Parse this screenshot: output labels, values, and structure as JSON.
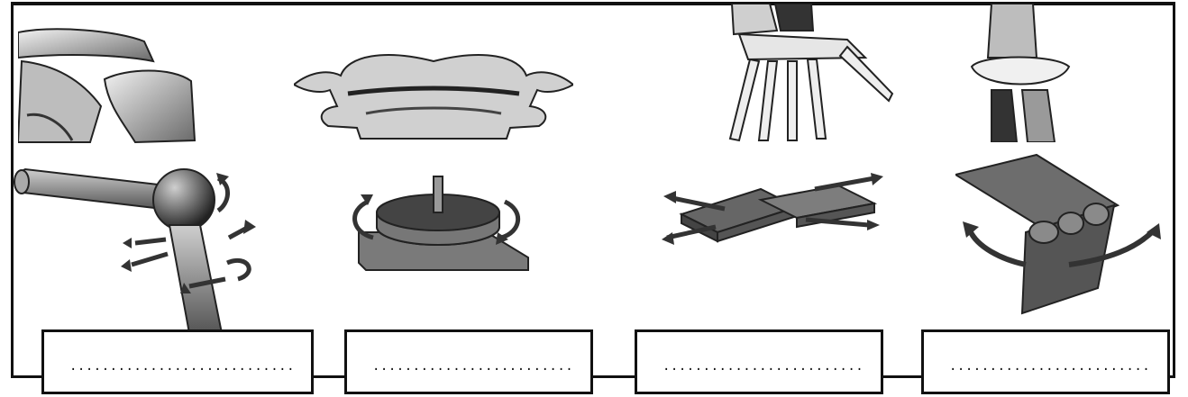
{
  "answer_boxes": [
    {
      "placeholder": "............................................."
    },
    {
      "placeholder": "............................................."
    },
    {
      "placeholder": "............................................."
    },
    {
      "placeholder": "............................................."
    }
  ],
  "icons": {
    "joint_images_top": [
      "shoulder-bone-image",
      "vertebra-bone-image",
      "hand-bones-image",
      "elbow-bone-image"
    ],
    "joint_models_bottom": [
      "ball-and-socket-joint-model",
      "pivot-joint-model",
      "gliding-joint-model",
      "hinge-joint-model"
    ]
  },
  "colors": {
    "ink": "#111111",
    "background": "#ffffff"
  }
}
